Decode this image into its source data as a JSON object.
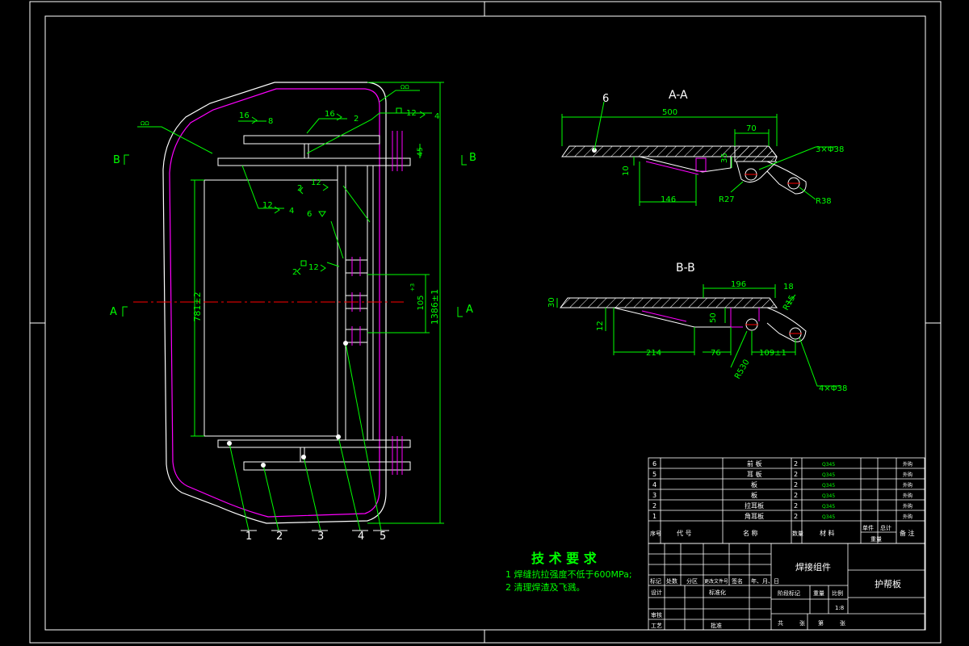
{
  "colors": {
    "background": "#000000",
    "frame": "#ffffff",
    "dimension": "#00ff00",
    "outline_magenta": "#ff00ff",
    "centerline": "#ff0000",
    "hatch": "#ffffff",
    "text_green": "#00ff00",
    "text_white": "#ffffff"
  },
  "main_view": {
    "section_marks": [
      "B",
      "B",
      "A",
      "A"
    ],
    "dims": {
      "width_781": "781±2",
      "height_1386": "1386±1",
      "pitch_105": "105",
      "pitch_105_tol": "+3",
      "d45": "45",
      "tag_top": "ΩΩ",
      "tag_left": "ΩΩ"
    },
    "welds": [
      {
        "size": "16",
        "len": "8"
      },
      {
        "size": "16",
        "len": "2"
      },
      {
        "size": "12",
        "len": "4"
      },
      {
        "size": "12",
        "len": "4"
      },
      {
        "size": "12",
        "len": "2"
      },
      {
        "size": "6",
        "len": ""
      },
      {
        "size": "12",
        "len": "2"
      }
    ],
    "balloons": [
      "1",
      "2",
      "3",
      "4",
      "5"
    ]
  },
  "section_aa": {
    "title": "A-A",
    "dims": [
      "500",
      "70",
      "3×Φ38",
      "35",
      "10",
      "146",
      "R27",
      "R38"
    ],
    "balloon": "6"
  },
  "section_bb": {
    "title": "B-B",
    "dims": [
      "196",
      "18",
      "30",
      "12",
      "50",
      "R15",
      "214",
      "76",
      "109±1",
      "R530",
      "4×Φ38"
    ]
  },
  "tech_req": {
    "title": "技 术 要 求",
    "lines": [
      "1 焊缝抗拉强度不低于600MPa;",
      "2 清理焊渣及飞溅。"
    ]
  },
  "parts_list": {
    "rows": [
      {
        "no": "6",
        "name": "前 板",
        "qty": "2",
        "mat": "Q345",
        "note": "外购"
      },
      {
        "no": "5",
        "name": "耳 板",
        "qty": "2",
        "mat": "Q345",
        "note": "外购"
      },
      {
        "no": "4",
        "name": "板",
        "qty": "2",
        "mat": "Q345",
        "note": "外购"
      },
      {
        "no": "3",
        "name": "板",
        "qty": "2",
        "mat": "Q345",
        "note": "外购"
      },
      {
        "no": "2",
        "name": "拉耳板",
        "qty": "2",
        "mat": "Q345",
        "note": "外购"
      },
      {
        "no": "1",
        "name": "角耳板",
        "qty": "2",
        "mat": "Q345",
        "note": "外购"
      }
    ],
    "header": [
      "序号",
      "代  号",
      "名  称",
      "数量",
      "材  料",
      "单件",
      "总计",
      "备  注"
    ],
    "header_sub": "重量"
  },
  "title_block": {
    "assembly": "焊接组件",
    "part_name": "护帮板",
    "labels_row": [
      "标记",
      "处数",
      "分区",
      "更改文件号",
      "签名",
      "年、月、日"
    ],
    "design": "设计",
    "standard": "标准化",
    "check": "审核",
    "process": "工艺",
    "approve": "批准",
    "stage": "阶段标记",
    "weight": "重量",
    "scale": "比例",
    "scale_val": "1:8",
    "sheet_row": [
      "共",
      "张",
      "第",
      "张"
    ]
  }
}
